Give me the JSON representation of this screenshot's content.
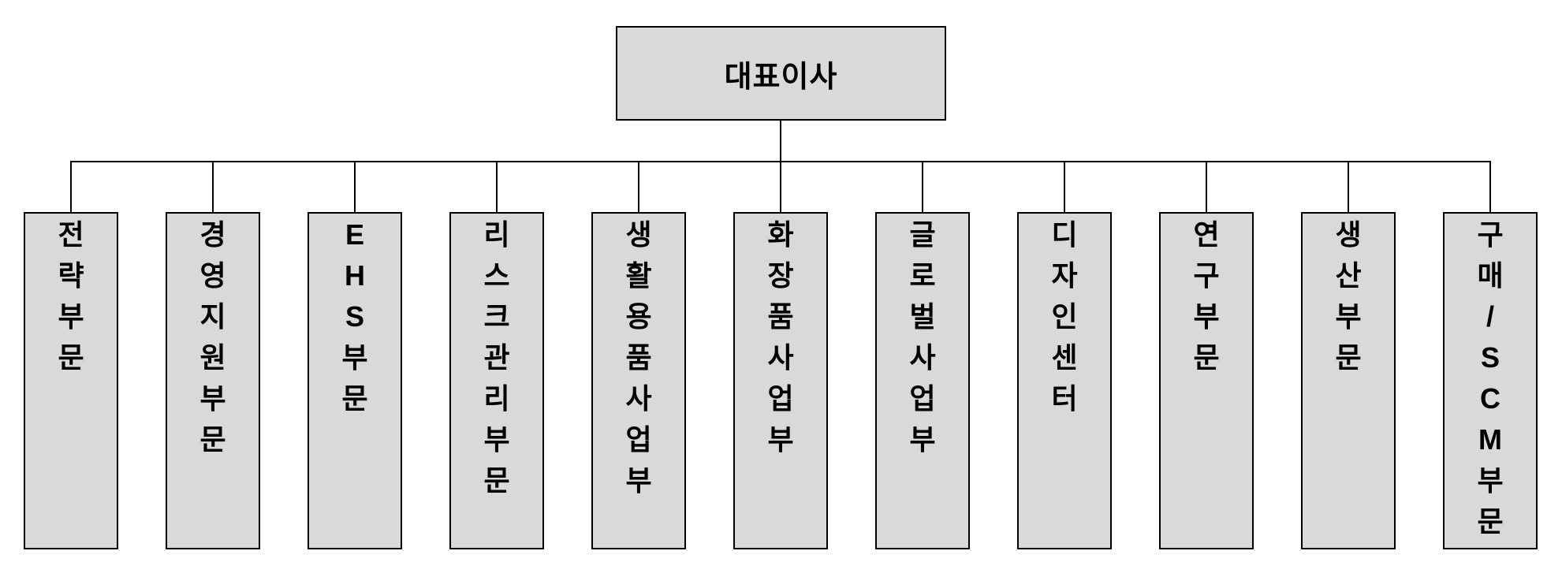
{
  "root": {
    "label": "대표이사"
  },
  "departments": [
    {
      "label": "전략부문"
    },
    {
      "label": "경영지원부문"
    },
    {
      "label": "EHS부문"
    },
    {
      "label": "리스크관리부문"
    },
    {
      "label": "생활용품사업부"
    },
    {
      "label": "화장품사업부"
    },
    {
      "label": "글로벌사업부"
    },
    {
      "label": "디자인센터"
    },
    {
      "label": "연구부문"
    },
    {
      "label": "생산부문"
    },
    {
      "label": "구매/SCM부문"
    }
  ],
  "colors": {
    "background": "#ffffff",
    "box_fill": "#d9d9d9",
    "box_border": "#000000",
    "connector": "#000000",
    "text": "#000000"
  }
}
